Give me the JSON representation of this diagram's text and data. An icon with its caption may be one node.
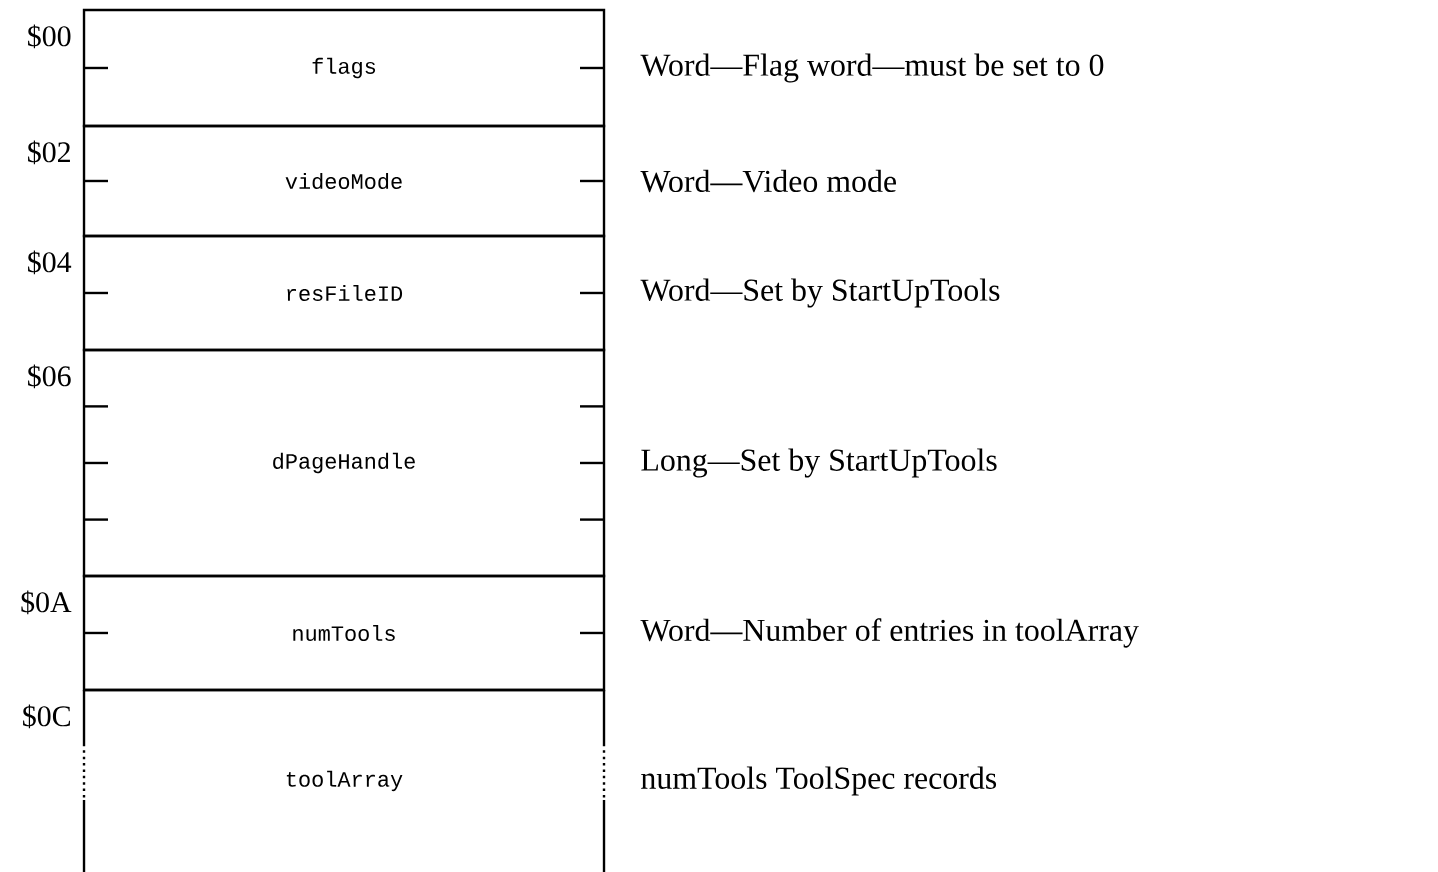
{
  "diagram": {
    "nodes": [
      {
        "text": [
          "flags"
        ],
        "beside": [
          "$00",
          "Word—Flag word—must be set to 0"
        ]
      },
      {
        "text": [
          "videoMode"
        ],
        "beside": [
          "$02",
          "Word—Video mode"
        ]
      },
      {
        "text": [
          "resFileID"
        ],
        "beside": [
          "$04",
          "Word—Set by StartUpTools"
        ]
      },
      {
        "text": [
          "dPageHandle"
        ],
        "beside": [
          "$06",
          "Long—Set by StartUpTools"
        ]
      },
      {
        "text": [
          "numTools"
        ],
        "beside": [
          "$0A",
          "Word—Number of entries in toolArray"
        ]
      },
      {
        "text": [
          "toolArray"
        ],
        "beside": [
          "$0C",
          "numTools ToolSpec records"
        ]
      }
    ]
  }
}
